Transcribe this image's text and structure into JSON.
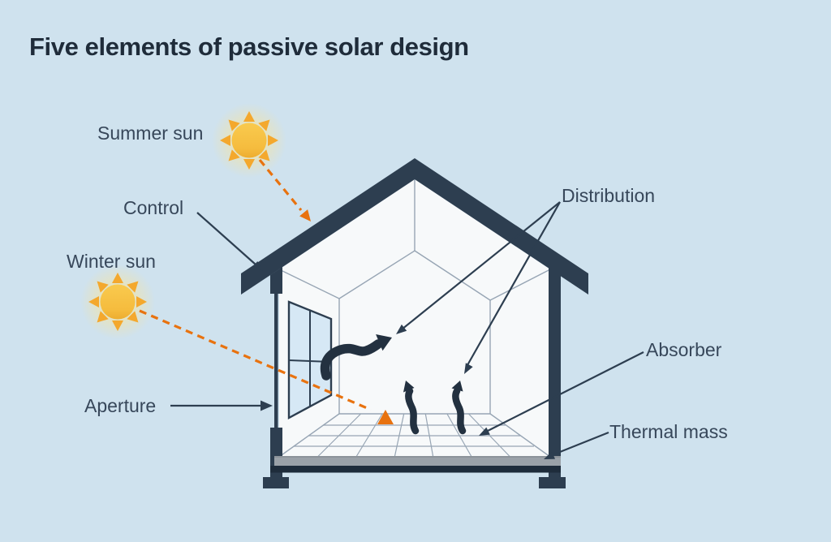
{
  "title": "Five elements of passive solar design",
  "labels": {
    "summer_sun": "Summer sun",
    "control": "Control",
    "winter_sun": "Winter sun",
    "aperture": "Aperture",
    "distribution": "Distribution",
    "absorber": "Absorber",
    "thermal_mass": "Thermal mass"
  },
  "icons": {
    "summer_sun": "sun-icon",
    "winter_sun": "sun-icon"
  },
  "colors": {
    "background": "#cfe2ee",
    "title-text": "#1f2c3a",
    "label-text": "#37475a",
    "structure": "#2d3e50",
    "interior": "#f7f9fa",
    "interior-line": "#97a5b4",
    "window-pane": "#d6e8f5",
    "slab": "#9aa1a8",
    "slab-base": "#1e2c3b",
    "sun-body": "#f6c041",
    "sun-ray": "#f4a82d",
    "sun-ray-arrow": "#e8720f",
    "air-arrow": "#233140"
  }
}
